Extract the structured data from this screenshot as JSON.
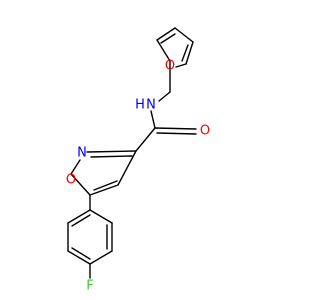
{
  "molecule": {
    "colors": {
      "bond": "#000000",
      "oxygen": "#ff0000",
      "nitrogen": "#0000ff",
      "fluorine": "#33cc33",
      "carbon": "#000000"
    },
    "atoms": {
      "o_furan": {
        "symbol": "O",
        "color_key": "oxygen"
      },
      "n_amide": {
        "symbol": "N",
        "color_key": "nitrogen"
      },
      "h_amide": {
        "symbol": "H",
        "color_key": "nitrogen"
      },
      "o_carbonyl": {
        "symbol": "O",
        "color_key": "oxygen"
      },
      "n_isoxazole": {
        "symbol": "N",
        "color_key": "nitrogen"
      },
      "o_isoxazole": {
        "symbol": "O",
        "color_key": "oxygen"
      },
      "f": {
        "symbol": "F",
        "color_key": "fluorine"
      }
    }
  }
}
